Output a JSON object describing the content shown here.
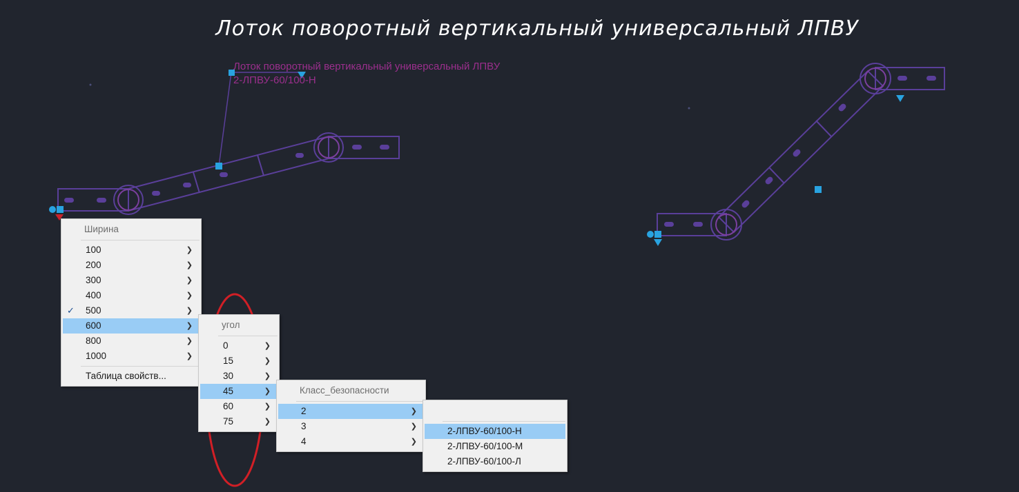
{
  "heading": "Лоток поворотный вертикальный универсальный  ЛПВУ",
  "drawing_label": {
    "line1": "Лоток поворотный вертикальный универсальный  ЛПВУ",
    "line2": "2-ЛПВУ-60/100-Н"
  },
  "colors": {
    "background": "#21252e",
    "tray_outline": "#5a3f9a",
    "grip": "#29a3e0",
    "annotation": "#9b2f8d",
    "highlight": "#99ccf5",
    "marker_ellipse": "#d11f26"
  },
  "menu_width": {
    "header": "Ширина",
    "items": [
      {
        "label": "100",
        "submenu": true
      },
      {
        "label": "200",
        "submenu": true
      },
      {
        "label": "300",
        "submenu": true
      },
      {
        "label": "400",
        "submenu": true
      },
      {
        "label": "500",
        "submenu": true,
        "checked": true
      },
      {
        "label": "600",
        "submenu": true,
        "selected": true
      },
      {
        "label": "800",
        "submenu": true
      },
      {
        "label": "1000",
        "submenu": true
      }
    ],
    "footer": "Таблица свойств..."
  },
  "menu_angle": {
    "header": "угол",
    "items": [
      {
        "label": "0",
        "submenu": true
      },
      {
        "label": "15",
        "submenu": true
      },
      {
        "label": "30",
        "submenu": true
      },
      {
        "label": "45",
        "submenu": true,
        "selected": true
      },
      {
        "label": "60",
        "submenu": true
      },
      {
        "label": "75",
        "submenu": true
      }
    ]
  },
  "menu_class": {
    "header": "Класс_безопасности",
    "items": [
      {
        "label": "2",
        "submenu": true,
        "selected": true
      },
      {
        "label": "3",
        "submenu": true
      },
      {
        "label": "4",
        "submenu": true
      }
    ]
  },
  "menu_variant": {
    "header": "",
    "items": [
      {
        "label": "2-ЛПВУ-60/100-Н",
        "selected": true
      },
      {
        "label": "2-ЛПВУ-60/100-М"
      },
      {
        "label": "2-ЛПВУ-60/100-Л"
      }
    ]
  }
}
